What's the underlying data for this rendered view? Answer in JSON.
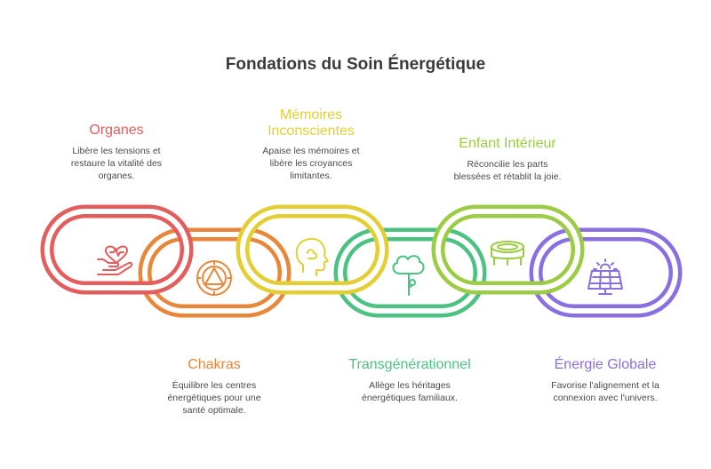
{
  "title": "Fondations du Soin Énergétique",
  "colors": {
    "organes": "#e35d5d",
    "chakras": "#e8863a",
    "memoires": "#e3cf35",
    "transgenerationnel": "#4cc282",
    "enfant": "#9ccc45",
    "energie": "#8a6fe0"
  },
  "items": [
    {
      "label": "Organes",
      "desc_lines": [
        "Libère les tensions et",
        "restaure la vitalité des",
        "organes."
      ],
      "icon": "hand-heart-icon"
    },
    {
      "label": "Chakras",
      "desc_lines": [
        "Équilibre les centres",
        "énergétiques pour une",
        "santé optimale."
      ],
      "icon": "chakra-triangle-icon"
    },
    {
      "label_lines": [
        "Mémoires",
        "Inconscientes"
      ],
      "desc_lines": [
        "Apaise les mémoires et",
        "libère les croyances",
        "limitantes."
      ],
      "icon": "head-brain-icon"
    },
    {
      "label": "Transgénérationnel",
      "desc_lines": [
        "Allège les héritages",
        "énergétiques familiaux."
      ],
      "icon": "family-tree-icon"
    },
    {
      "label": "Enfant Intérieur",
      "desc_lines": [
        "Réconcilie les parts",
        "blessées et rétablit la joie."
      ],
      "icon": "trampoline-icon"
    },
    {
      "label": "Énergie Globale",
      "desc_lines": [
        "Favorise l'alignement et la",
        "connexion avec l'univers."
      ],
      "icon": "solar-panel-icon"
    }
  ]
}
